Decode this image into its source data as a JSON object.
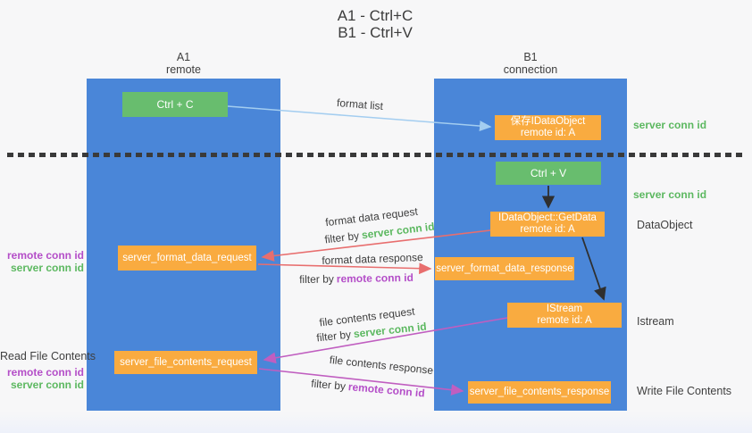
{
  "title_lines": [
    "A1 - Ctrl+C",
    "B1 - Ctrl+V"
  ],
  "lanes": {
    "a": {
      "title": "A1",
      "subtitle": "remote"
    },
    "b": {
      "title": "B1",
      "subtitle": "connection"
    }
  },
  "nodes": {
    "ctrl_c": "Ctrl + C",
    "ctrl_v": "Ctrl + V",
    "save_dataobject": {
      "line1": "保存IDataObject",
      "line2": "remote id: A"
    },
    "getdata": {
      "line1": "IDataObject::GetData",
      "line2": "remote id: A"
    },
    "istream": {
      "line1": "IStream",
      "line2": "remote id: A"
    },
    "format_request": "server_format_data_request",
    "format_response": "server_format_data_response",
    "file_request": "server_file_contents_request",
    "file_response": "server_file_contents_response"
  },
  "arrow_labels": {
    "format_list": "format list",
    "format_data_request": "format data request",
    "format_data_response": "format data response",
    "file_contents_request": "file contents request",
    "file_contents_response": "file contents response",
    "filter_by": "filter by",
    "server_conn_id": "server conn id",
    "remote_conn_id": "remote conn id"
  },
  "right_labels": {
    "server_conn_id_top": "server conn id",
    "server_conn_id_mid": "server conn id",
    "dataobject": "DataObject",
    "istream": "Istream",
    "write_file_contents": "Write File Contents"
  },
  "left_labels": {
    "remote_conn_id_top": "remote conn id",
    "server_conn_id_top": "server conn id",
    "read_file_contents": "Read File Contents",
    "remote_conn_id_bottom": "remote conn id",
    "server_conn_id_bottom": "server conn id"
  },
  "colors": {
    "lane_blue": "#4a86d8",
    "node_green": "#68bd6e",
    "node_orange": "#f9ab40",
    "arrow_salmon": "#e86e6e",
    "arrow_magenta": "#c05ec0",
    "arrow_lightblue": "#a3cdf0",
    "arrow_black": "#2f2f2f",
    "text_green": "#5cb860",
    "text_purple": "#b44ec8",
    "text_dark": "#3f3f3f"
  }
}
